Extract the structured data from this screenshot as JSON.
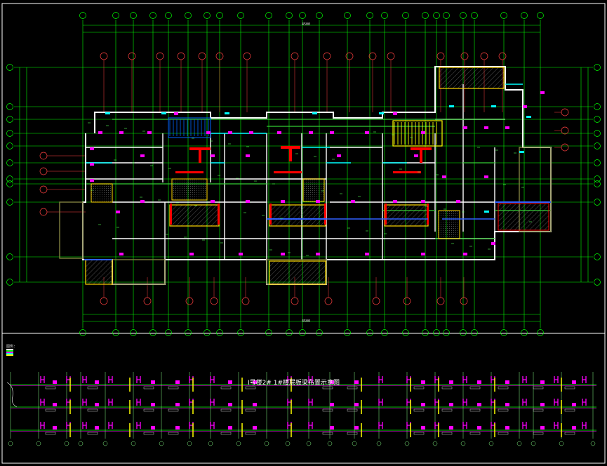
{
  "drawing": {
    "plan_title": "Ⅰ号楼2#  1#楼层板梁布置示意图",
    "legend_title": "图例:",
    "legend_items": [
      {
        "label": "",
        "color": "#ffffff"
      },
      {
        "label": "",
        "color": "#00ff00"
      },
      {
        "label": "",
        "color": "#ff00ff"
      },
      {
        "label": "",
        "color": "#00ffff"
      },
      {
        "label": "",
        "color": "#ffff00"
      }
    ],
    "top_dimension": "4500",
    "bottom_dimension": "4500",
    "colors": {
      "background": "#000000",
      "axis": "#00ff00",
      "wall": "#ffffff",
      "beam": "#ff00ff",
      "stair": "#0066ff",
      "core": "#ff0000",
      "hatch": "#ffd700",
      "cyan": "#00ffff",
      "yellow": "#ffff00",
      "frame": "#ffffff"
    }
  }
}
